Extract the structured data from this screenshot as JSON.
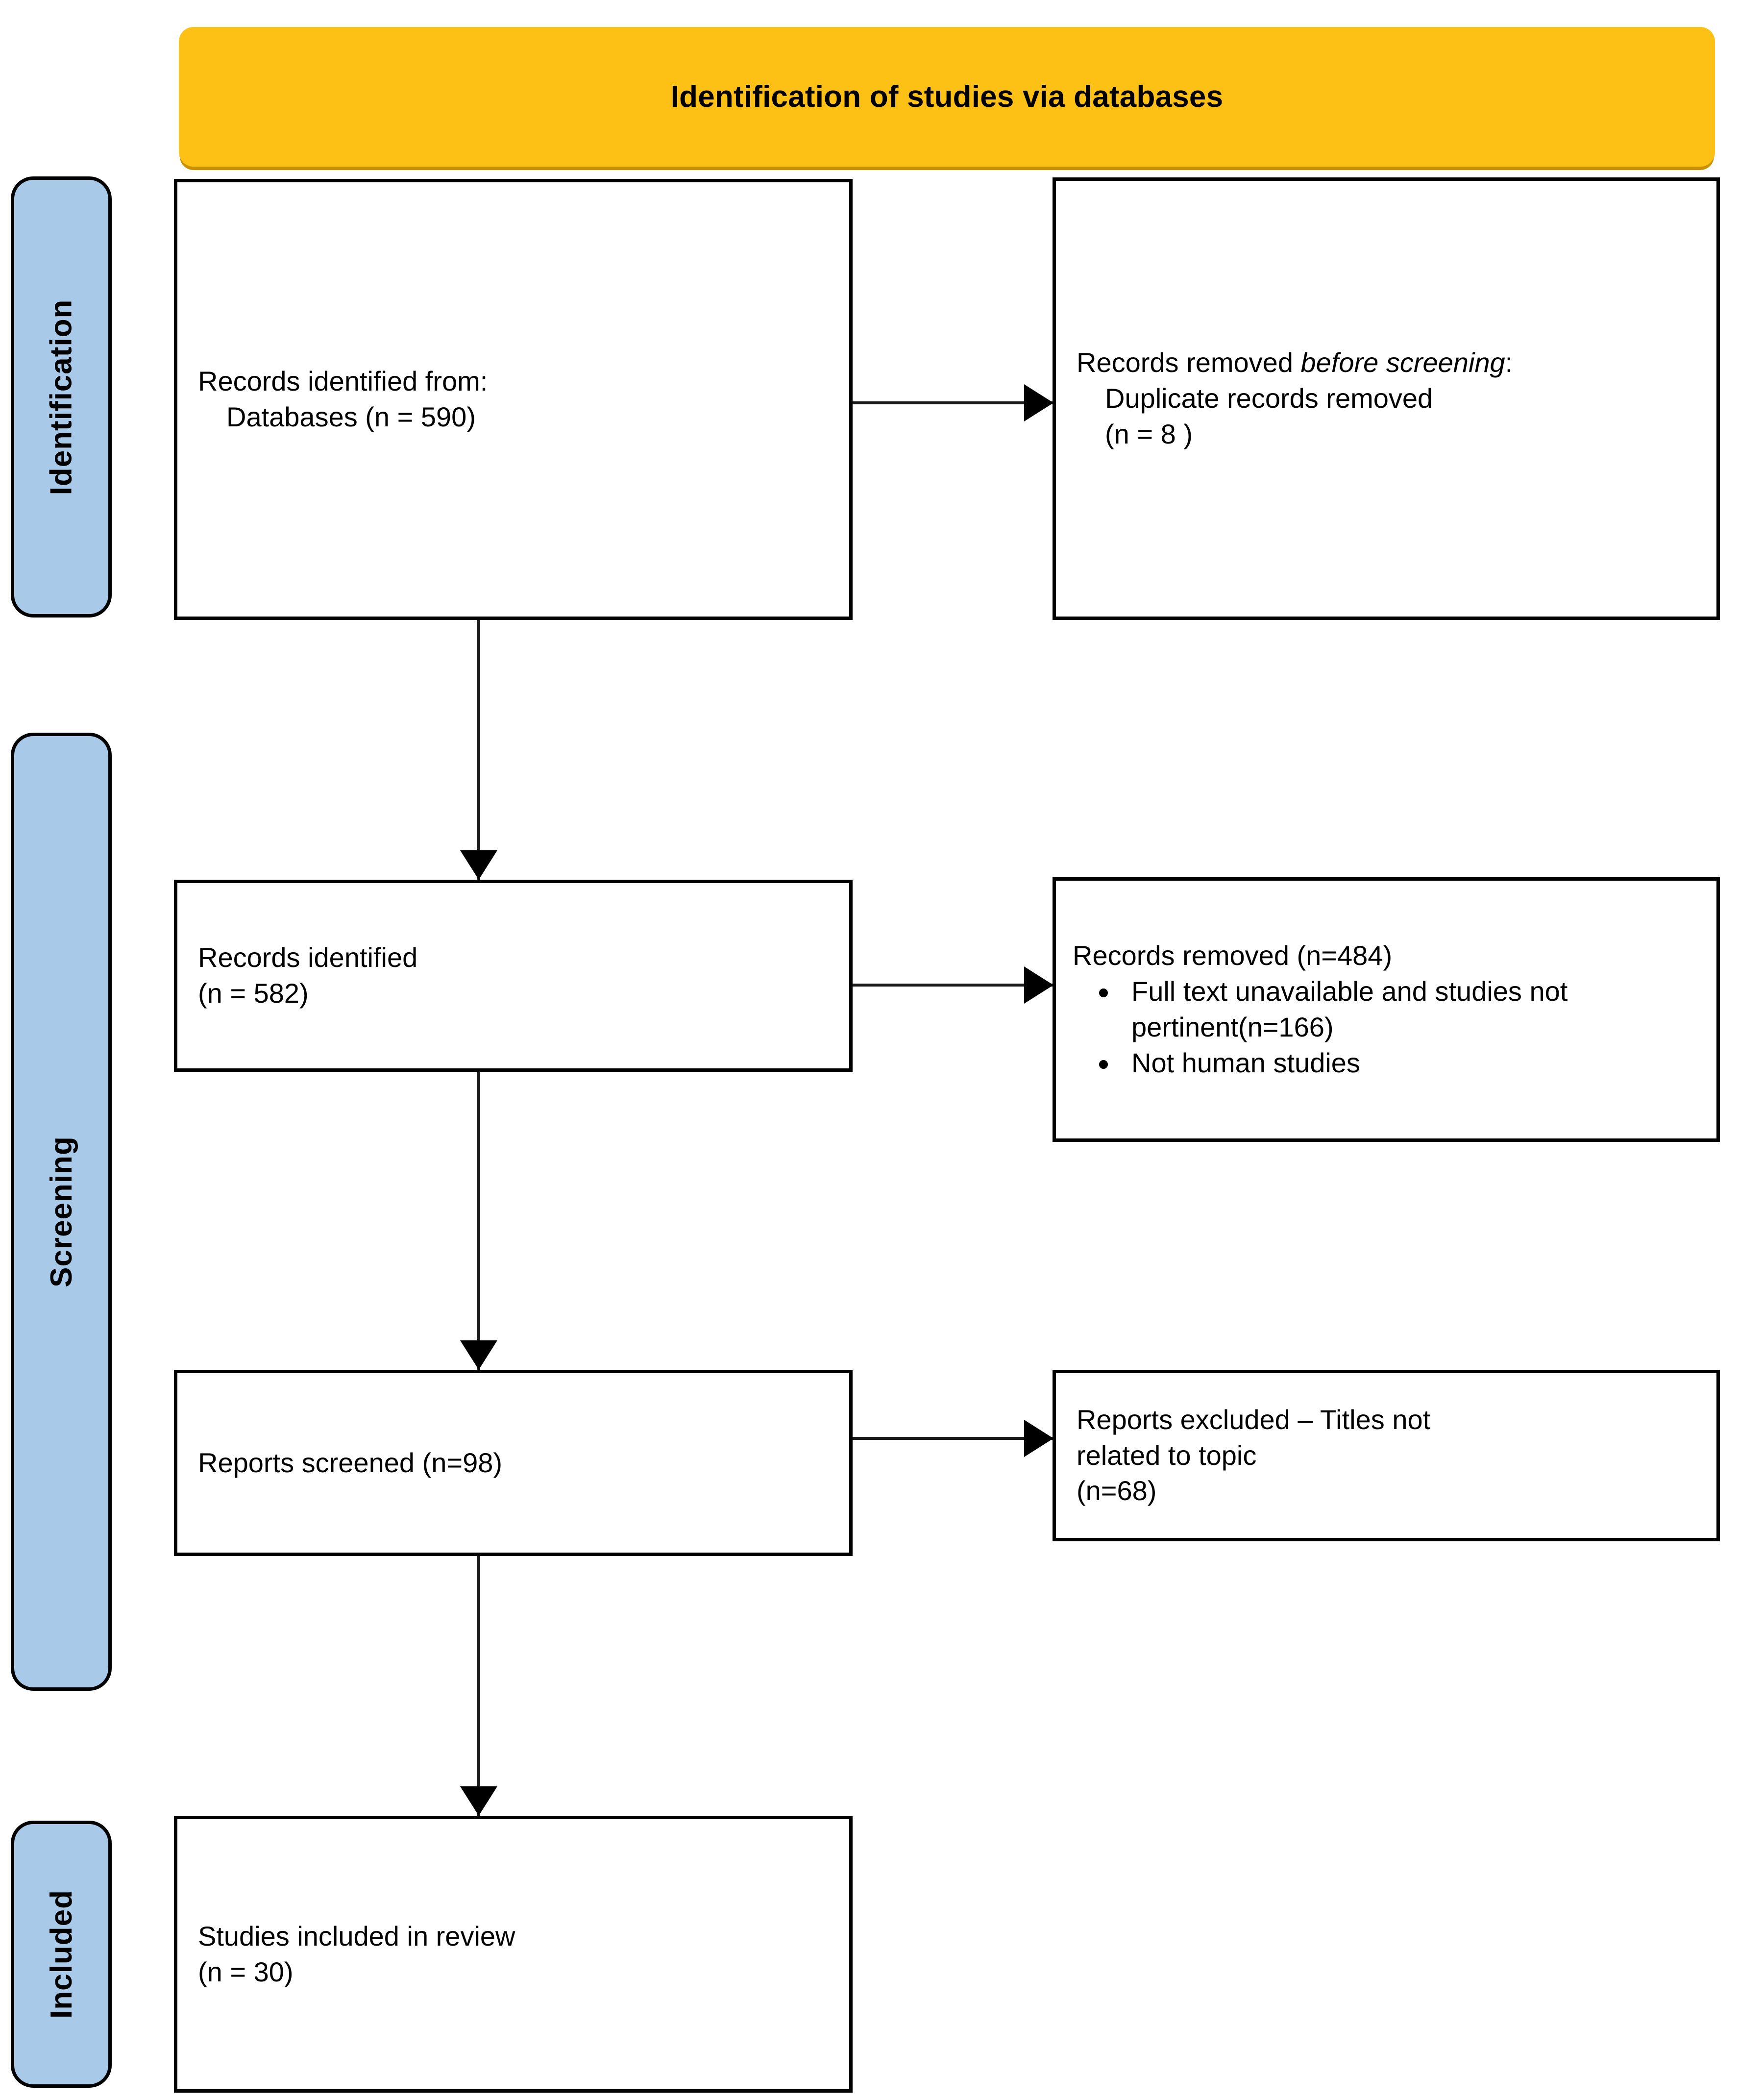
{
  "diagram": {
    "title": "Identification of studies via databases",
    "type": "PRISMA flow diagram",
    "colors": {
      "banner": "#FDC015",
      "banner_shadow": "#C99000",
      "stage_sidebar": "#A9C9E9",
      "box_border": "#000000",
      "box_fill": "#FFFFFF",
      "text": "#000000"
    }
  },
  "stages": [
    {
      "id": "identification",
      "label": "Identification"
    },
    {
      "id": "screening",
      "label": "Screening"
    },
    {
      "id": "included",
      "label": "Included"
    }
  ],
  "boxes": {
    "records_identified_from": {
      "line1": "Records identified from:",
      "line2": "Databases (n = 590)"
    },
    "records_removed_before_screening": {
      "lead_plain": "Records removed ",
      "lead_italic": "before screening",
      "lead_colon": ":",
      "line2": "Duplicate records removed",
      "line3": "(n = 8 )"
    },
    "records_identified": {
      "line1": "Records identified",
      "line2": "(n = 582)"
    },
    "records_removed_484": {
      "heading": "Records removed (n=484)",
      "bullets": [
        "Full text unavailable and studies not pertinent(n=166)",
        "Not human studies"
      ]
    },
    "reports_screened": {
      "line1": "Reports screened (n=98)"
    },
    "reports_excluded": {
      "line1": "Reports excluded – Titles not",
      "line2": "related to topic",
      "line3": "(n=68)"
    },
    "studies_included": {
      "line1": "Studies included in review",
      "line2": "(n = 30)"
    }
  },
  "chart_data": {
    "type": "diagram",
    "title": "Identification of studies via databases",
    "nodes": [
      {
        "id": "identified_from",
        "stage": "Identification",
        "label": "Records identified from: Databases",
        "n": 590
      },
      {
        "id": "removed_before_screening",
        "stage": "Identification",
        "label": "Records removed before screening: Duplicate records removed",
        "n": 8
      },
      {
        "id": "records_identified",
        "stage": "Screening",
        "label": "Records identified",
        "n": 582
      },
      {
        "id": "records_removed",
        "stage": "Screening",
        "label": "Records removed",
        "n": 484,
        "reasons": [
          {
            "label": "Full text unavailable and studies not pertinent",
            "n": 166
          },
          {
            "label": "Not human studies",
            "n": null
          }
        ]
      },
      {
        "id": "reports_screened",
        "stage": "Screening",
        "label": "Reports screened",
        "n": 98
      },
      {
        "id": "reports_excluded",
        "stage": "Screening",
        "label": "Reports excluded – Titles not related to topic",
        "n": 68
      },
      {
        "id": "studies_included",
        "stage": "Included",
        "label": "Studies included in review",
        "n": 30
      }
    ],
    "edges": [
      {
        "from": "identified_from",
        "to": "removed_before_screening",
        "direction": "right"
      },
      {
        "from": "identified_from",
        "to": "records_identified",
        "direction": "down"
      },
      {
        "from": "records_identified",
        "to": "records_removed",
        "direction": "right"
      },
      {
        "from": "records_identified",
        "to": "reports_screened",
        "direction": "down"
      },
      {
        "from": "reports_screened",
        "to": "reports_excluded",
        "direction": "right"
      },
      {
        "from": "reports_screened",
        "to": "studies_included",
        "direction": "down"
      }
    ]
  }
}
